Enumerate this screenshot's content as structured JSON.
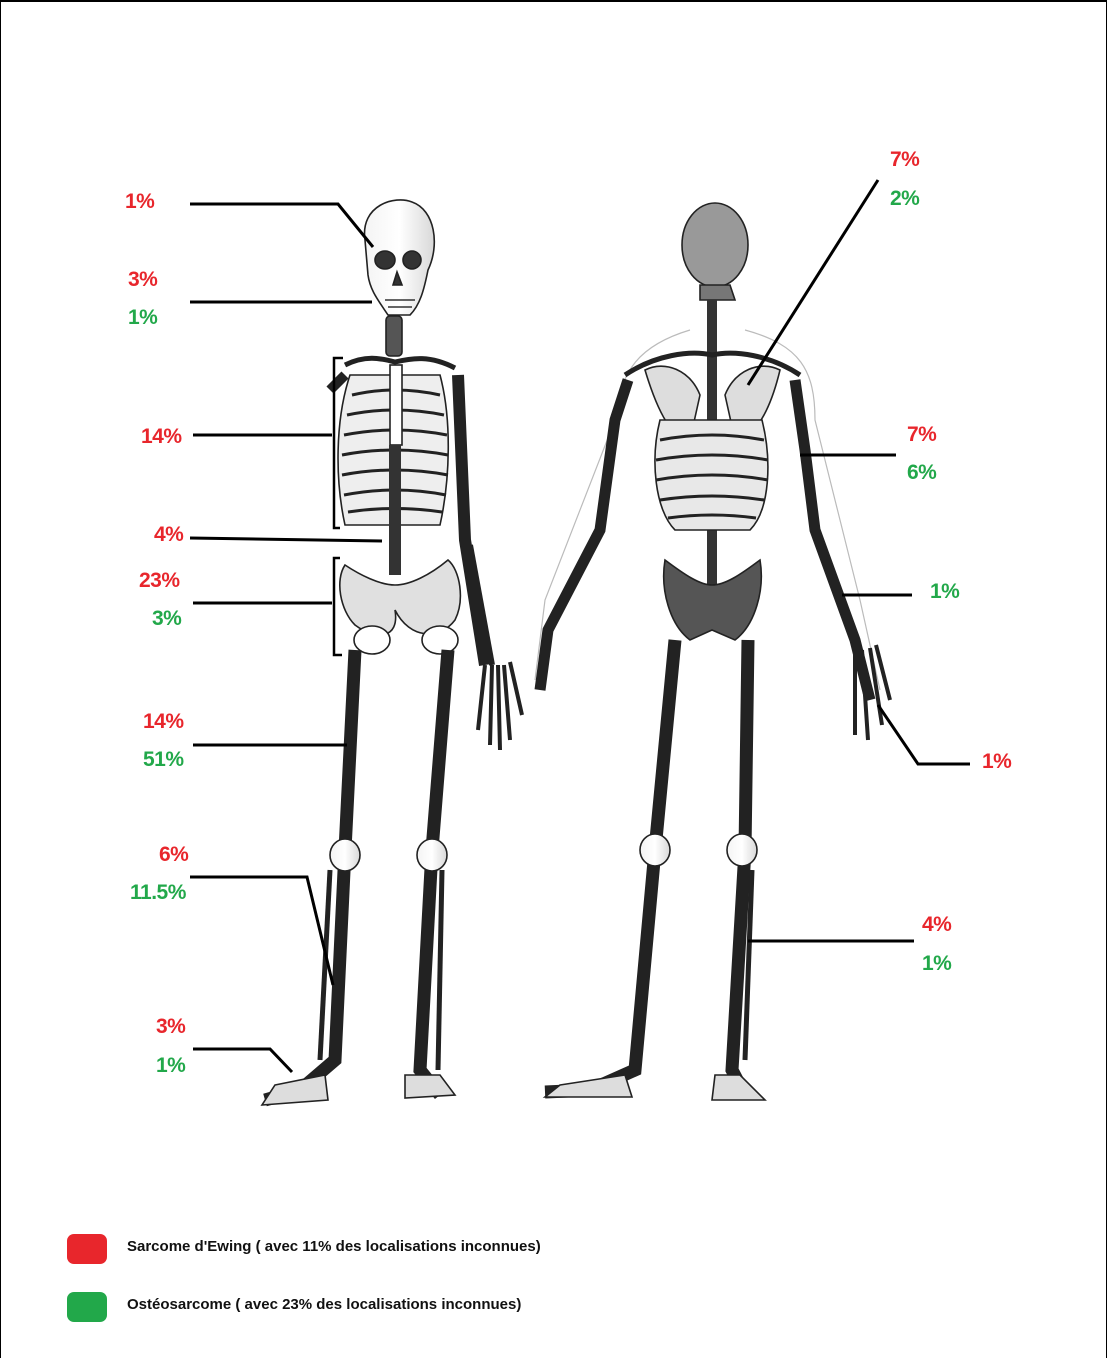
{
  "colors": {
    "ewing": "#e8262c",
    "osteo": "#22a84a"
  },
  "front": {
    "skull": {
      "ewing": "1%"
    },
    "jaw": {
      "ewing": "3%",
      "osteo": "1%"
    },
    "ribs": {
      "ewing": "14%"
    },
    "spine": {
      "ewing": "4%"
    },
    "pelvis": {
      "ewing": "23%",
      "osteo": "3%"
    },
    "femur": {
      "ewing": "14%",
      "osteo": "51%"
    },
    "tibia": {
      "ewing": "6%",
      "osteo": "11.5%"
    },
    "foot": {
      "ewing": "3%",
      "osteo": "1%"
    }
  },
  "back": {
    "scapula": {
      "ewing": "7%",
      "osteo": "2%"
    },
    "humerus": {
      "ewing": "7%",
      "osteo": "6%"
    },
    "forearm": {
      "osteo": "1%"
    },
    "hand": {
      "ewing": "1%"
    },
    "fibula": {
      "ewing": "4%",
      "osteo": "1%"
    }
  },
  "legend": {
    "ewing": "Sarcome d'Ewing ( avec 11% des localisations inconnues)",
    "osteo": "Ostéosarcome ( avec 23% des localisations inconnues)"
  }
}
